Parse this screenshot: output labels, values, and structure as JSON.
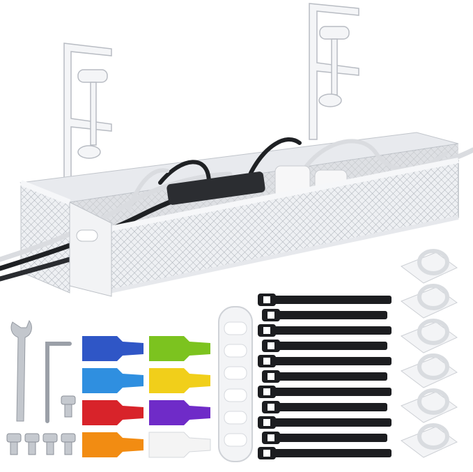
{
  "product": {
    "palette": {
      "tray_white": "#f4f5f7",
      "tray_shadow": "#c9ccd2",
      "mesh_line": "#b5b9c0",
      "cable_black": "#1f2124",
      "cable_grey": "#d7d9dd",
      "strap_black": "#1c1d20",
      "metal": "#b9bdc4"
    },
    "accessories": {
      "wrench": {
        "icon": "wrench-icon"
      },
      "hex_key": {
        "icon": "hex-key-icon"
      },
      "screws": {
        "count": 5,
        "icon": "screw-icon"
      },
      "color_tags": {
        "colors": [
          "#2f56c6",
          "#7cc31f",
          "#2f8fe0",
          "#f1cf1a",
          "#d8232a",
          "#6f2bc8",
          "#f28c12",
          "#f4f4f4"
        ]
      },
      "cable_holder": {
        "slots": 6
      },
      "velcro_straps": {
        "count": 11
      },
      "adhesive_clips": {
        "count": 6
      }
    }
  }
}
